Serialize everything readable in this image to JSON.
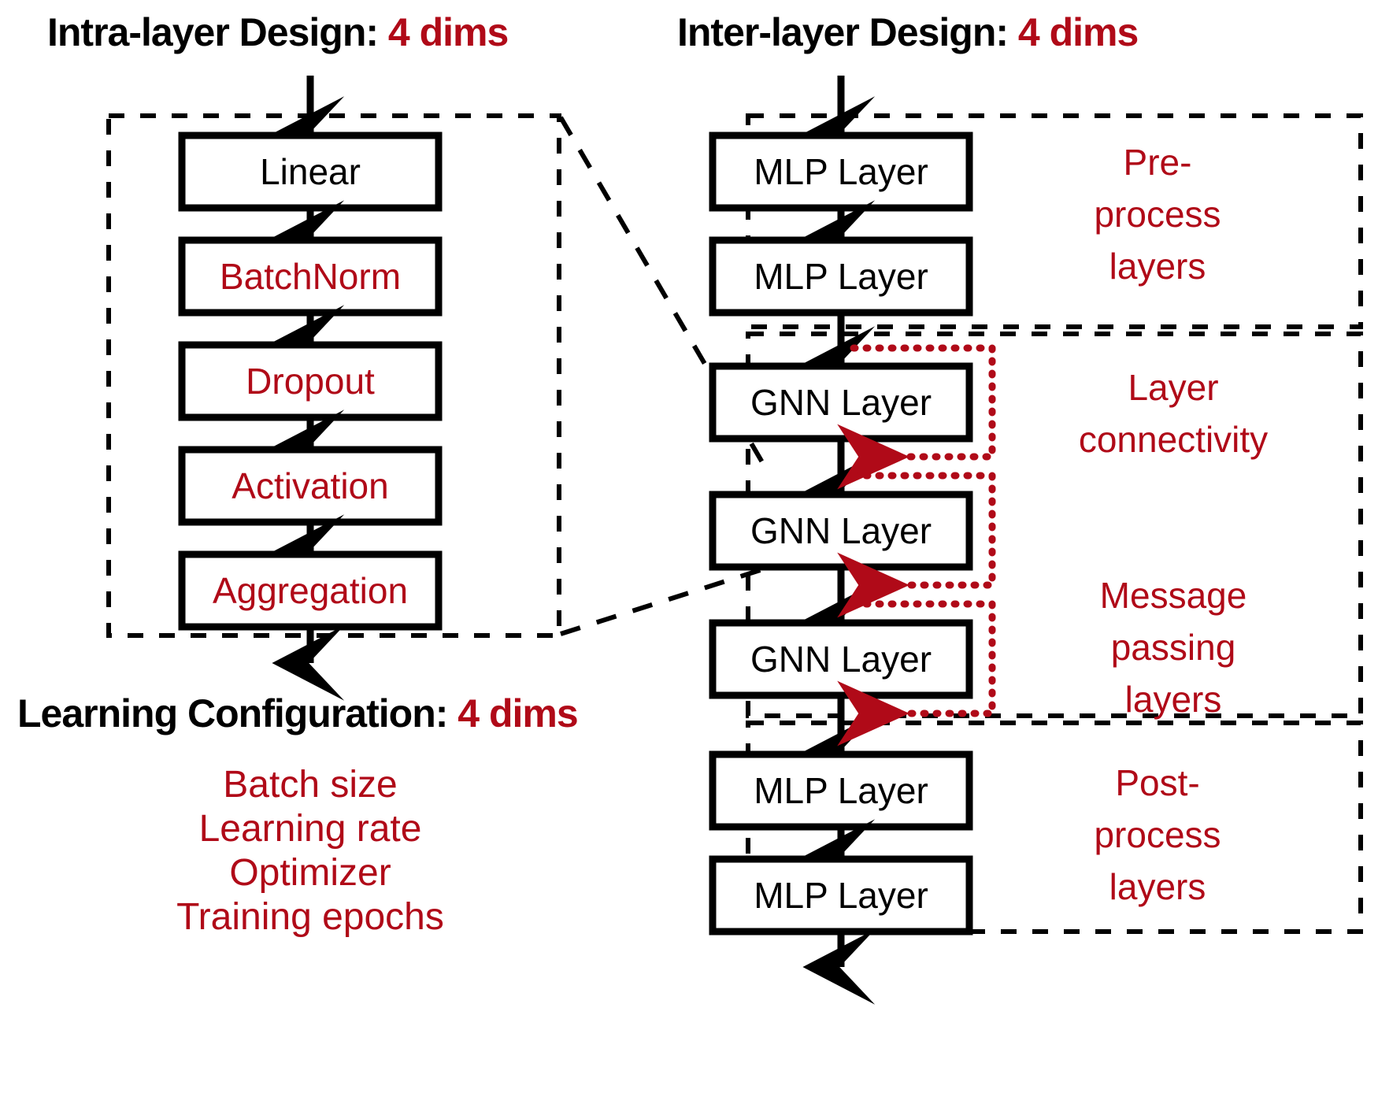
{
  "headings": {
    "intra": {
      "text": "Intra-layer Design: ",
      "accent": "4 dims"
    },
    "inter": {
      "text": "Inter-layer Design: ",
      "accent": "4 dims"
    },
    "learning": {
      "text": "Learning Configuration: ",
      "accent": "4 dims"
    }
  },
  "colors": {
    "accent_red": "#B00A18",
    "line_black": "#000000",
    "background": "#FFFFFF"
  },
  "intra_layer": {
    "title": "Intra-layer Design",
    "dims": 4,
    "blocks": [
      {
        "label": "Linear",
        "color": "black"
      },
      {
        "label": "BatchNorm",
        "color": "red"
      },
      {
        "label": "Dropout",
        "color": "red"
      },
      {
        "label": "Activation",
        "color": "red"
      },
      {
        "label": "Aggregation",
        "color": "red"
      }
    ]
  },
  "inter_layer": {
    "title": "Inter-layer Design",
    "dims": 4,
    "groups": [
      {
        "name": "preprocess",
        "side_label": "Pre-\nprocess\nlayers",
        "side_label_lines": [
          "Pre-",
          "process",
          "layers"
        ],
        "blocks": [
          {
            "label": "MLP Layer"
          },
          {
            "label": "MLP Layer"
          }
        ]
      },
      {
        "name": "message-passing",
        "side_label_lines": [
          "Layer",
          "connectivity"
        ],
        "side_label_lines_2": [
          "Message",
          "passing",
          "layers"
        ],
        "blocks": [
          {
            "label": "GNN Layer"
          },
          {
            "label": "GNN Layer"
          },
          {
            "label": "GNN Layer"
          }
        ],
        "skip_connections": 3
      },
      {
        "name": "postprocess",
        "side_label_lines": [
          "Post-",
          "process",
          "layers"
        ],
        "blocks": [
          {
            "label": "MLP Layer"
          },
          {
            "label": "MLP Layer"
          }
        ]
      }
    ],
    "side_labels": {
      "preprocess": [
        "Pre-",
        "process",
        "layers"
      ],
      "layer_connectivity": [
        "Layer",
        "connectivity"
      ],
      "message_passing": [
        "Message",
        "passing",
        "layers"
      ],
      "postprocess": [
        "Post-",
        "process",
        "layers"
      ]
    }
  },
  "learning_configuration": {
    "title": "Learning Configuration",
    "dims": 4,
    "items": [
      "Batch size",
      "Learning rate",
      "Optimizer",
      "Training epochs"
    ]
  }
}
